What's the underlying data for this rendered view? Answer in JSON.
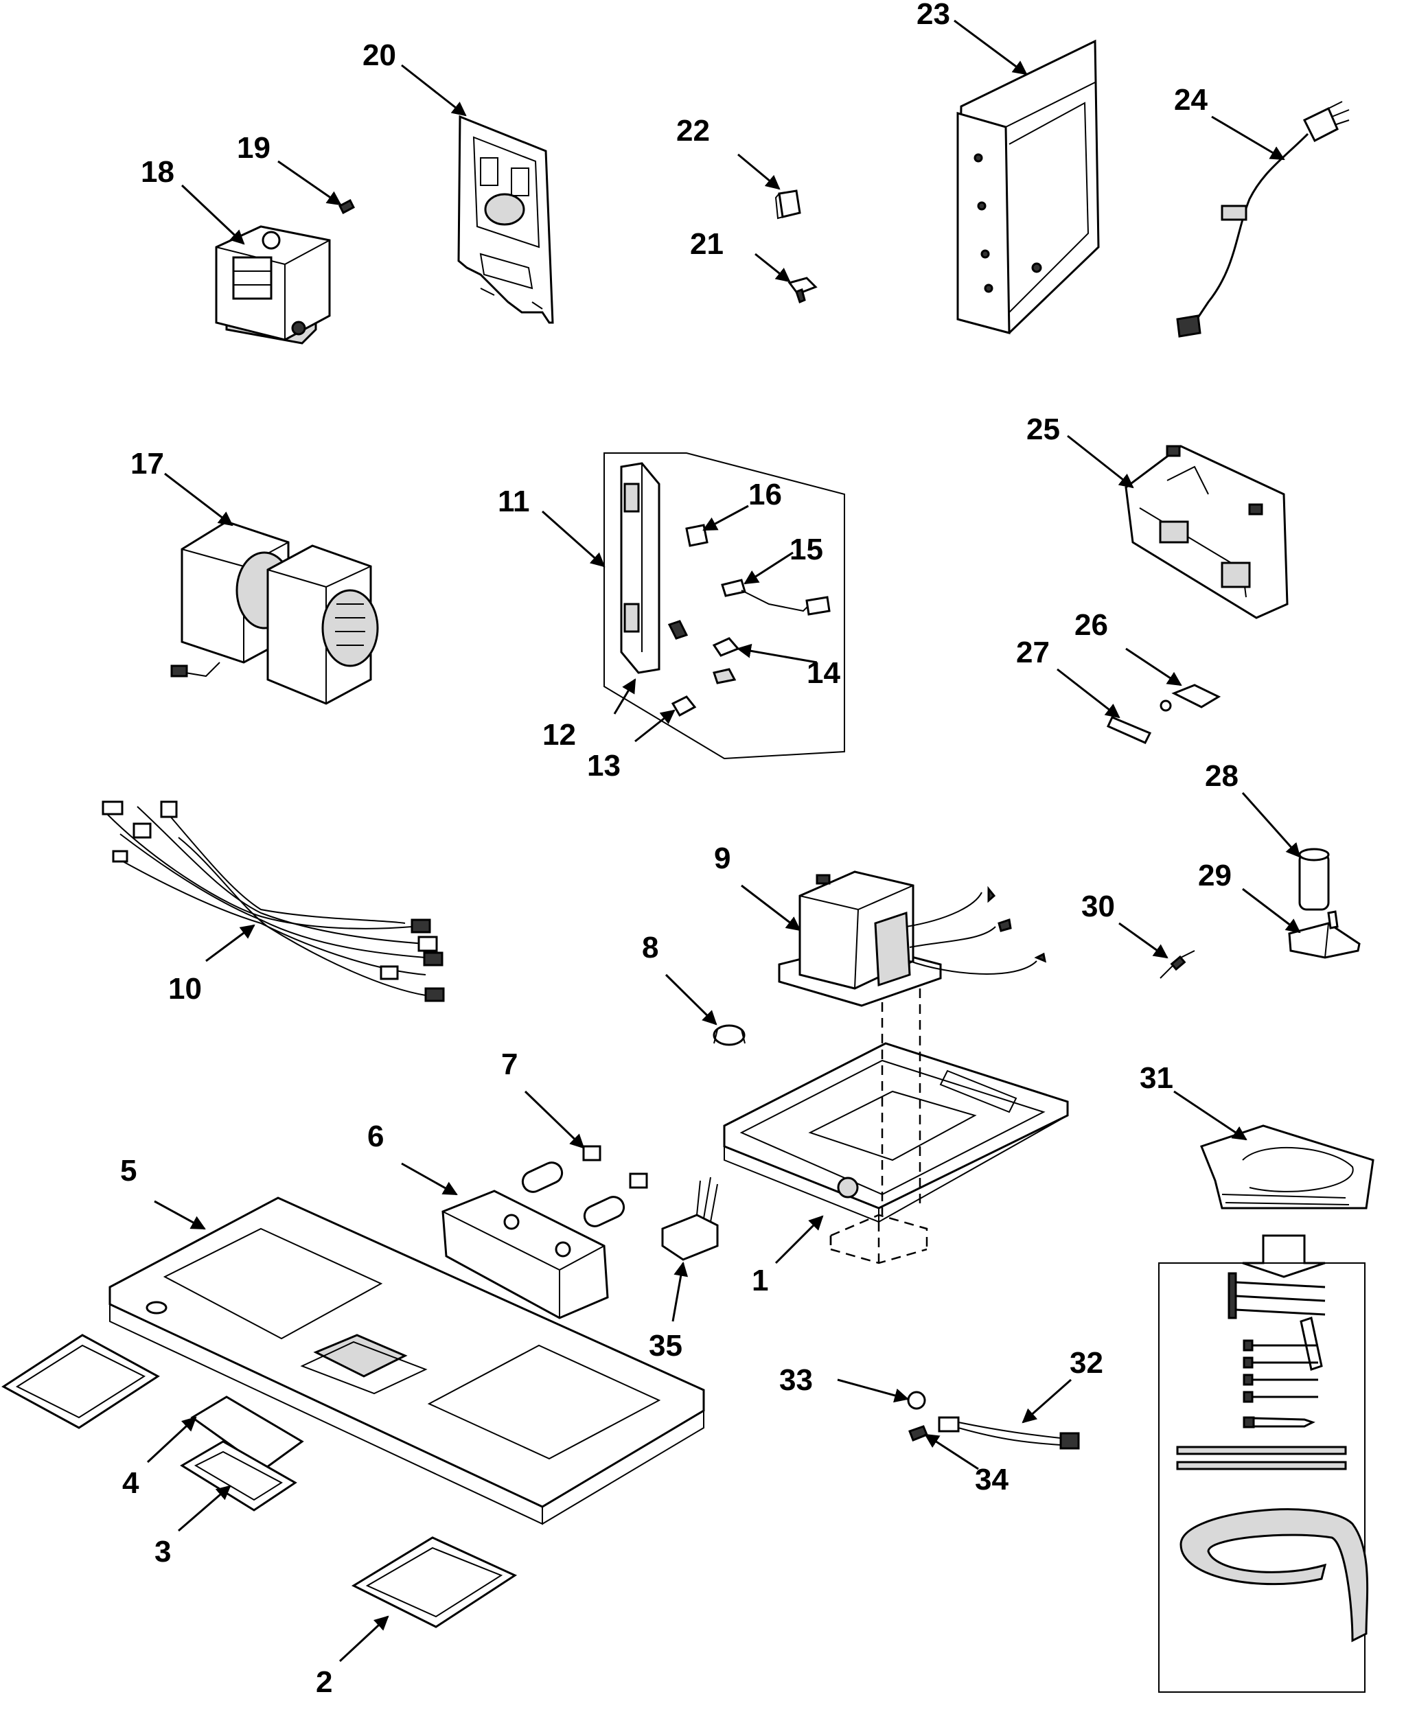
{
  "diagram": {
    "callouts": [
      "1",
      "2",
      "3",
      "4",
      "5",
      "6",
      "7",
      "8",
      "9",
      "10",
      "11",
      "12",
      "13",
      "14",
      "15",
      "16",
      "17",
      "18",
      "19",
      "20",
      "21",
      "22",
      "23",
      "24",
      "25",
      "26",
      "27",
      "28",
      "29",
      "30",
      "31",
      "32",
      "33",
      "34",
      "35"
    ]
  }
}
